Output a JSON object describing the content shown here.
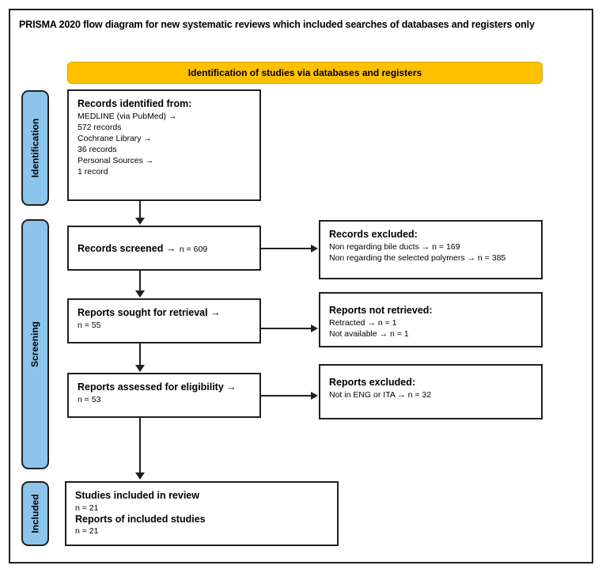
{
  "diagram": {
    "title": "PRISMA 2020 flow diagram for new systematic reviews which included searches of databases and registers only",
    "section_header": "Identification of studies via databases and registers",
    "accent_orange": "#ffc000",
    "accent_blue": "#8cc5eb",
    "border_color": "#231f20"
  },
  "stages": [
    {
      "label": "Identification"
    },
    {
      "label": "Screening"
    },
    {
      "label": "Included"
    }
  ],
  "boxes": {
    "identified": {
      "heading": "Records identified from:",
      "lines": [
        "MEDLINE (via PubMed) →",
        "572 records",
        "Cochrane Library →",
        "36 records",
        "Personal Sources →",
        "1 record"
      ]
    },
    "screened": {
      "heading": "Records screened →",
      "count": "n = 609"
    },
    "excluded_1": {
      "heading": "Records excluded:",
      "lines": [
        "Non regarding bile ducts → n = 169",
        "Non regarding the selected polymers → n = 385"
      ]
    },
    "sought": {
      "heading": "Reports sought for retrieval →",
      "count": "n = 55"
    },
    "not_retrieved": {
      "heading": "Reports not retrieved:",
      "lines": [
        "Retracted → n = 1",
        "Not available → n = 1"
      ]
    },
    "assessed": {
      "heading": "Reports assessed for eligibility →",
      "count": "n = 53"
    },
    "excluded_2": {
      "heading": "Reports excluded:",
      "lines": [
        "Not in ENG or ITA → n = 32"
      ]
    },
    "included": {
      "heading_1": "Studies included in review",
      "count_1": "n = 21",
      "heading_2": "Reports of included studies",
      "count_2": "n = 21"
    }
  }
}
